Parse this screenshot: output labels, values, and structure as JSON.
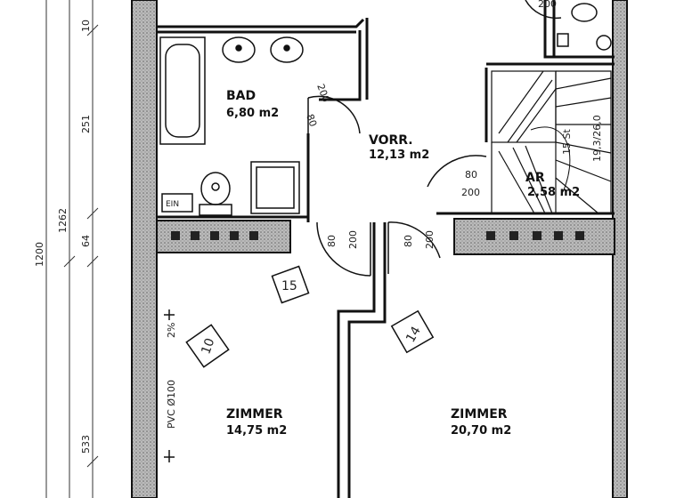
{
  "rooms": {
    "bad": {
      "name": "BAD",
      "area": "6,80 m2"
    },
    "vorr": {
      "name": "VORR.",
      "area": "12,13 m2"
    },
    "ar": {
      "name": "AR",
      "area": "2,58 m2"
    },
    "zimmer_left": {
      "name": "ZIMMER",
      "area": "14,75 m2"
    },
    "zimmer_right": {
      "name": "ZIMMER",
      "area": "20,70 m2"
    }
  },
  "doors": {
    "bad_door": {
      "width": "80",
      "height": "200"
    },
    "ar_door": {
      "width": "80",
      "height": "200"
    },
    "zimmer_left_door": {
      "width": "80",
      "height": "200"
    },
    "zimmer_right_door": {
      "width": "80",
      "height": "200"
    },
    "top_right_door": "200"
  },
  "stairs": {
    "label": "15 St",
    "ratio": "19,3/26,0"
  },
  "window_tags": [
    "15",
    "10",
    "14"
  ],
  "dimensions": {
    "outer": "1200",
    "inner": "1262",
    "segments": [
      "10",
      "251",
      "64",
      "533"
    ]
  },
  "annotations": {
    "pipe": "PVC Ø100",
    "pipe_dim": "2%",
    "ein": "EIN"
  }
}
